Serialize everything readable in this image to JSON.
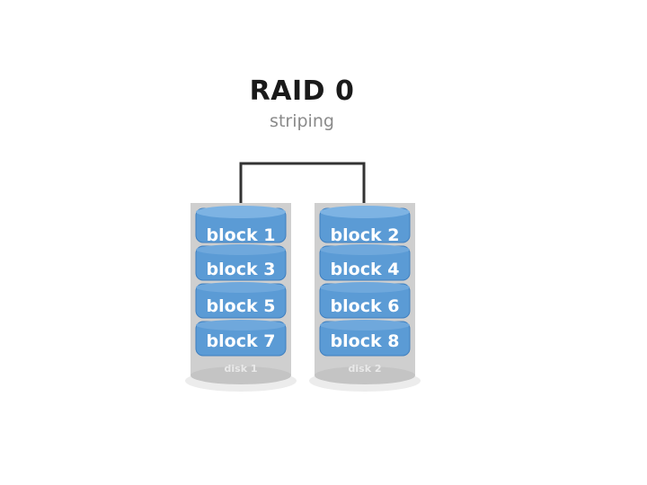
{
  "title": "RAID 0",
  "subtitle": "striping",
  "disks": [
    {
      "label": "disk 1",
      "blocks": [
        "block 1",
        "block 3",
        "block 5",
        "block 7"
      ]
    },
    {
      "label": "disk 2",
      "blocks": [
        "block 2",
        "block 4",
        "block 6",
        "block 8"
      ]
    }
  ],
  "colors": {
    "block_fill": "#5b9bd5",
    "block_top": "#7db3e3",
    "block_border": "#3f7fbf",
    "disk_body": "#c8c8c8",
    "disk_shadow": "#e6e6e6",
    "connector": "#333333"
  }
}
